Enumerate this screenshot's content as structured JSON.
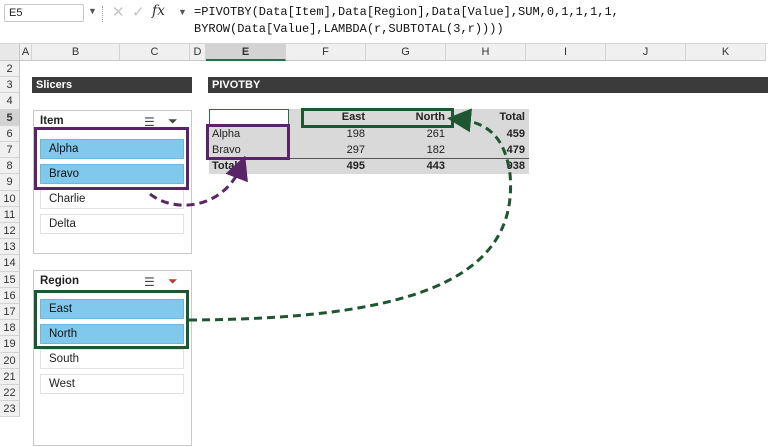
{
  "name_box": {
    "value": "E5"
  },
  "formula": {
    "line1": "=PIVOTBY(Data[Item],Data[Region],Data[Value],SUM,0,1,1,1,1,",
    "line2": "BYROW(Data[Value],LAMBDA(r,SUBTOTAL(3,r))))"
  },
  "columns": [
    "A",
    "B",
    "C",
    "D",
    "E",
    "F",
    "G",
    "H",
    "I",
    "J",
    "K"
  ],
  "selected_column": "E",
  "rows": [
    "2",
    "3",
    "4",
    "5",
    "6",
    "7",
    "8",
    "9",
    "10",
    "11",
    "12",
    "13",
    "14",
    "15",
    "16",
    "17",
    "18",
    "19",
    "20",
    "21",
    "22",
    "23"
  ],
  "selected_row": "5",
  "sections": {
    "slicers_title": "Slicers",
    "pivotby_title": "PIVOTBY"
  },
  "item_slicer": {
    "title": "Item",
    "items": [
      {
        "label": "Alpha",
        "selected": true
      },
      {
        "label": "Bravo",
        "selected": true
      },
      {
        "label": "Charlie",
        "selected": false
      },
      {
        "label": "Delta",
        "selected": false
      }
    ],
    "icons": [
      "multi-select-icon",
      "filter-icon"
    ]
  },
  "region_slicer": {
    "title": "Region",
    "items": [
      {
        "label": "East",
        "selected": true
      },
      {
        "label": "North",
        "selected": true
      },
      {
        "label": "South",
        "selected": false
      },
      {
        "label": "West",
        "selected": false
      }
    ],
    "icons": [
      "multi-select-icon",
      "clear-filter-icon"
    ]
  },
  "pivot": {
    "headers": [
      "",
      "East",
      "North",
      "Total"
    ],
    "rows": [
      {
        "label": "Alpha",
        "east": "198",
        "north": "261",
        "total": "459"
      },
      {
        "label": "Bravo",
        "east": "297",
        "north": "182",
        "total": "479"
      }
    ],
    "total_row": {
      "label": "Total",
      "east": "495",
      "north": "443",
      "total": "938"
    }
  },
  "colors": {
    "selected_slicer": "#80c8ec",
    "purple_highlight": "#5a2566",
    "green_highlight": "#1e5631",
    "excel_green": "#217346"
  }
}
